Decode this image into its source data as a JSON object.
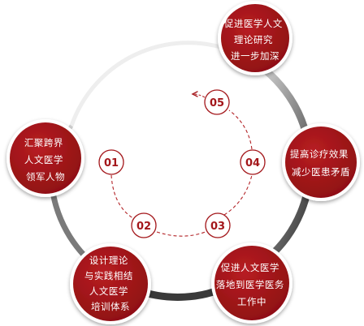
{
  "colors": {
    "accent": "#a3161a",
    "accent_dark": "#7b0d10",
    "ring": "#4a4a4a",
    "ring_highlight": "#d8d8d8"
  },
  "steps": [
    {
      "number": "01"
    },
    {
      "number": "02"
    },
    {
      "number": "03"
    },
    {
      "number": "04"
    },
    {
      "number": "05"
    }
  ],
  "bubbles": [
    {
      "lines": [
        "促进医学人文",
        "理论研究",
        "进一步加深"
      ]
    },
    {
      "lines": [
        "汇聚跨界",
        "人文医学",
        "领军人物"
      ]
    },
    {
      "lines": [
        "提高诊疗效果",
        "减少医患矛盾"
      ]
    },
    {
      "lines": [
        "设计理论",
        "与实践相结",
        "人文医学",
        "培训体系"
      ]
    },
    {
      "lines": [
        "促进人文医学",
        "落地到医学医务",
        "工作中"
      ]
    }
  ]
}
